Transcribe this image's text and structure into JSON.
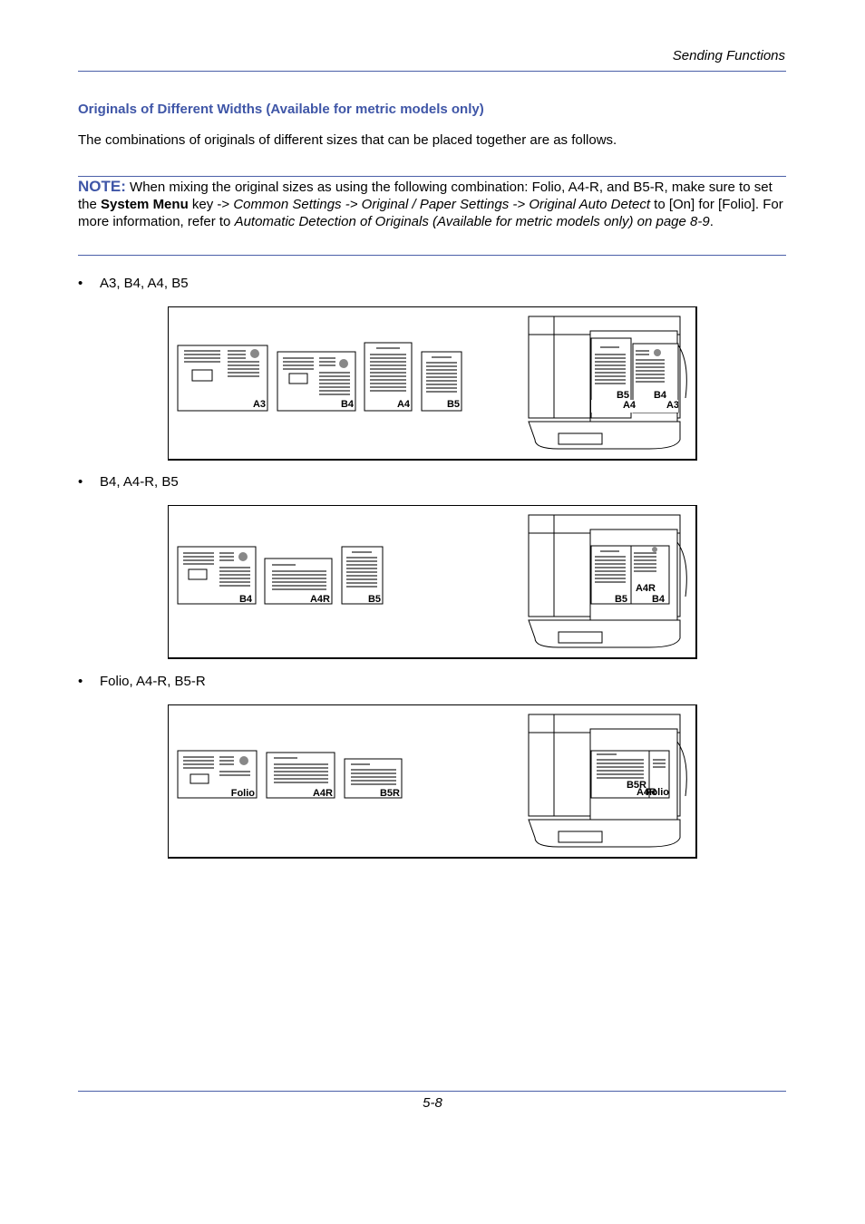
{
  "header": {
    "title": "Sending Functions"
  },
  "section": {
    "title": "Originals of Different Widths (Available for metric models only)",
    "intro": "The combinations of originals of different sizes that can be placed together are as follows."
  },
  "note": {
    "label": "NOTE:",
    "t1": " When mixing the original sizes as using the following combination: Folio, A4-R, and B5-R, make sure to set the ",
    "b1": "System Menu",
    "t2": " key -> ",
    "i1": "Common Settings -> Original / Paper Settings -> Original Auto Detect",
    "t3": " to [On] for [Folio]. For more information, refer to ",
    "i2": "Automatic Detection of Originals (Available for metric models only) on page 8-9",
    "t4": "."
  },
  "bullets": [
    {
      "marker": "•",
      "text": "A3, B4, A4, B5"
    },
    {
      "marker": "•",
      "text": "B4, A4-R, B5"
    },
    {
      "marker": "•",
      "text": "Folio, A4-R, B5-R"
    }
  ],
  "figures": [
    {
      "docs": [
        "A3",
        "B4",
        "A4",
        "B5"
      ],
      "tray": [
        "B5",
        "B4",
        "A4",
        "A3"
      ]
    },
    {
      "docs": [
        "B4",
        "A4R",
        "B5"
      ],
      "tray": [
        "A4R",
        "B5",
        "B4"
      ]
    },
    {
      "docs": [
        "Folio",
        "A4R",
        "B5R"
      ],
      "tray": [
        "B5R",
        "A4R",
        "Folio"
      ]
    }
  ],
  "footer": {
    "page": "5-8"
  }
}
